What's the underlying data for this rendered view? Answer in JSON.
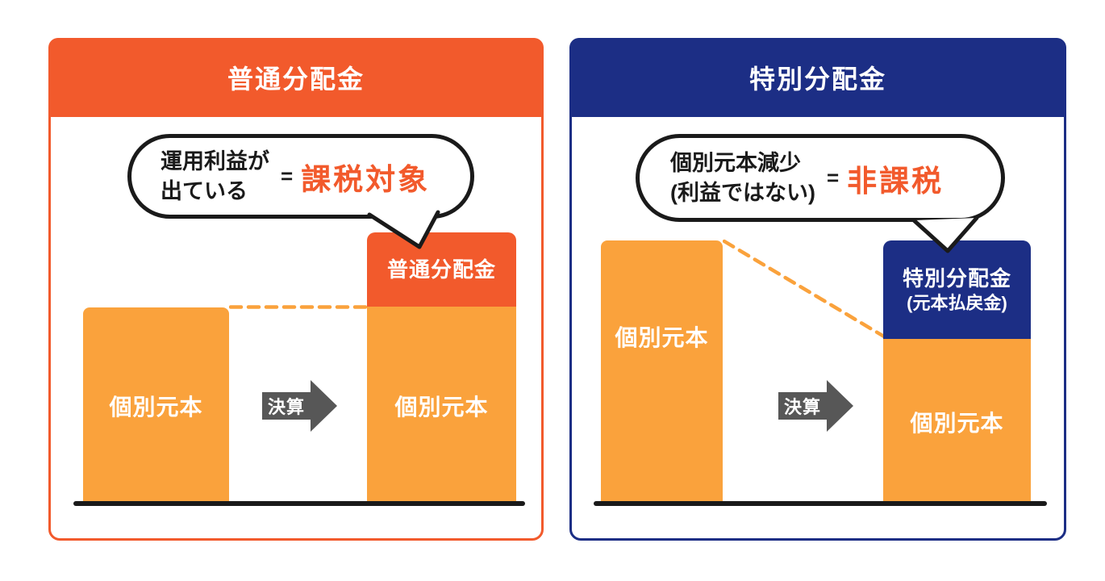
{
  "panels": [
    {
      "title": "普通分配金",
      "accent_color": "#F25A2C",
      "bar_color": "#FAA23C",
      "bubble": {
        "condition_line1": "運用利益が",
        "condition_line2": "出ている",
        "equals_sign": "=",
        "verdict": "課税対象",
        "verdict_color": "#F25A2C"
      },
      "before_bar_label": "個別元本",
      "arrow_label": "決算",
      "after_bar": {
        "top_label": "普通分配金",
        "bottom_label": "個別元本"
      }
    },
    {
      "title": "特別分配金",
      "accent_color": "#1C2E85",
      "bar_color": "#FAA23C",
      "bubble": {
        "condition_line1": "個別元本減少",
        "condition_line2": "(利益ではない)",
        "equals_sign": "=",
        "verdict": "非課税",
        "verdict_color": "#F25A2C"
      },
      "before_bar_label": "個別元本",
      "arrow_label": "決算",
      "after_bar": {
        "top_label": "特別分配金",
        "top_sublabel": "(元本払戻金)",
        "bottom_label": "個別元本"
      }
    }
  ],
  "colors": {
    "arrow_gray": "#575757",
    "dashed_line": "#FAA23C",
    "outline_black": "#1a1a1a"
  }
}
